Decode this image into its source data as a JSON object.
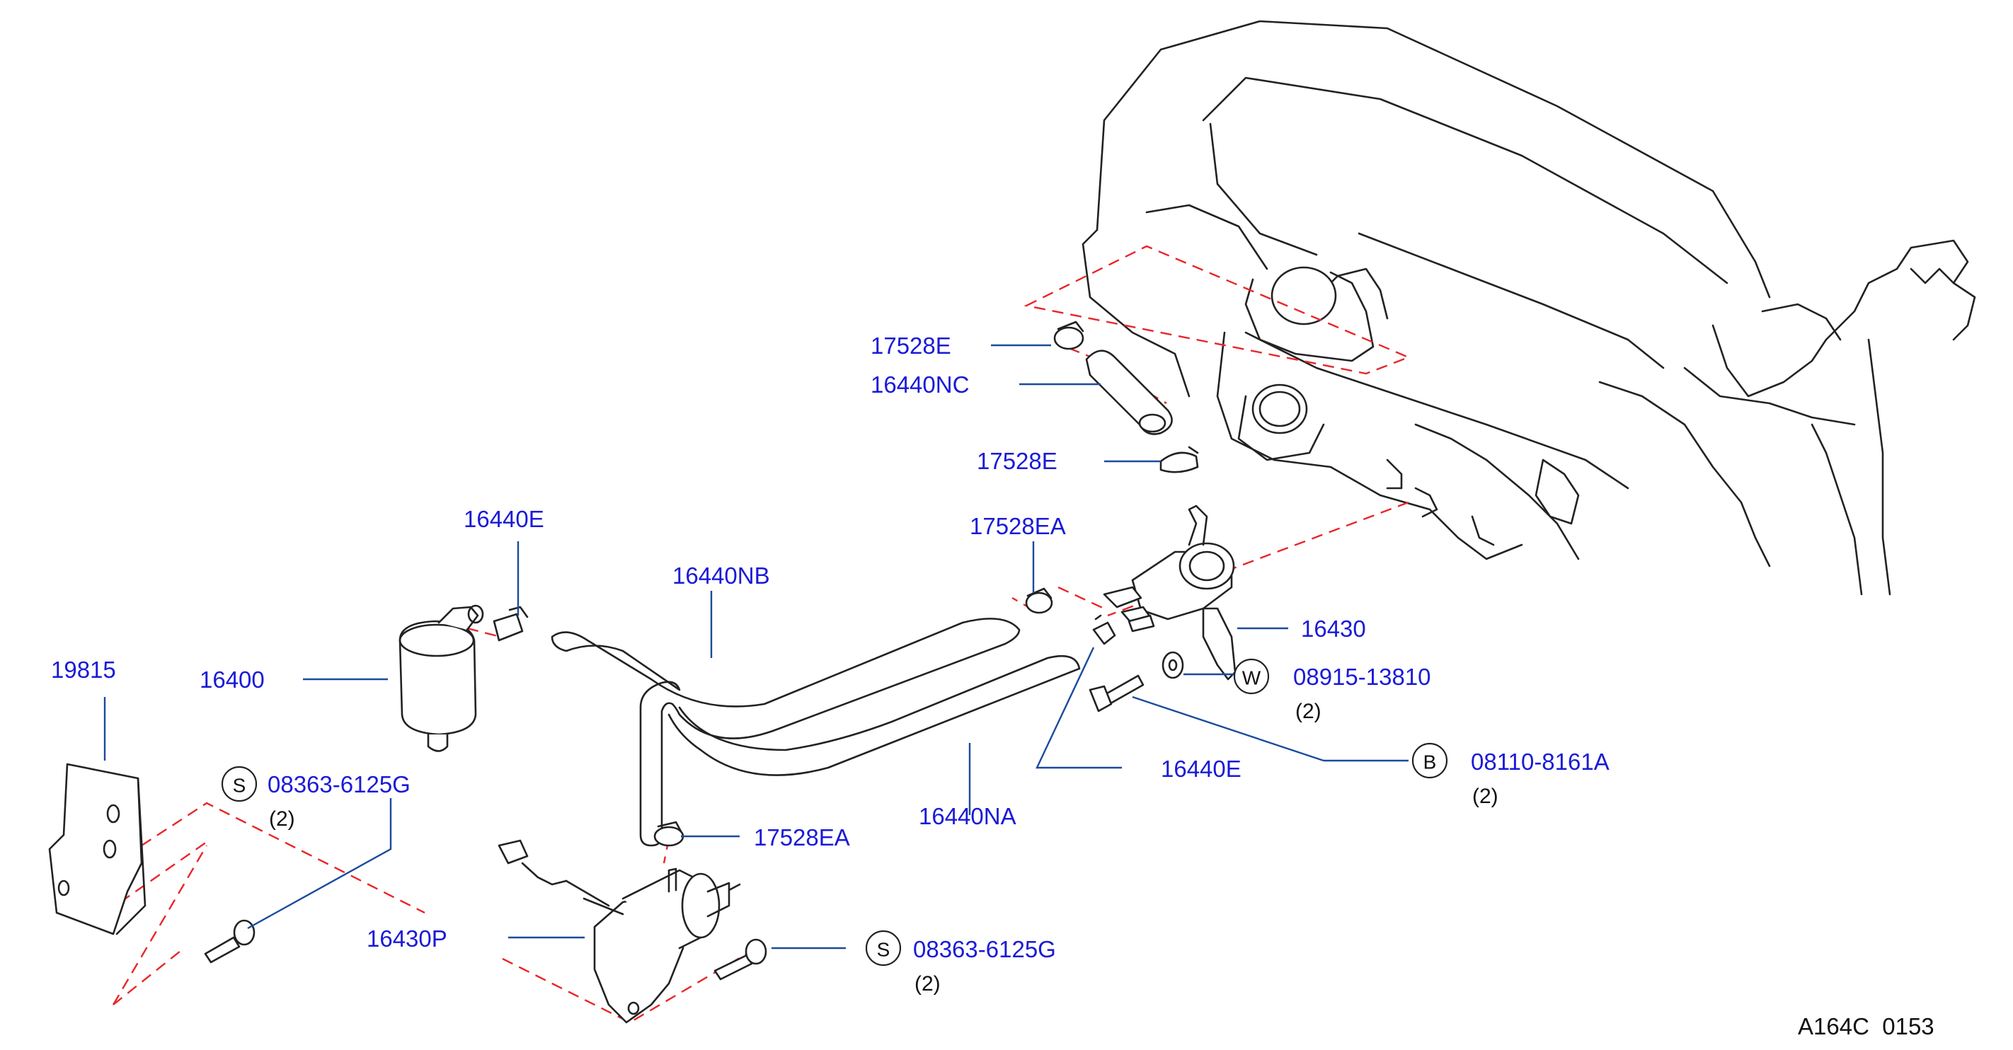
{
  "diagram_code": "A164C  0153",
  "labels": {
    "p17528E_top": "17528E",
    "p16440NC": "16440NC",
    "p17528E_mid": "17528E",
    "p16440E_top": "16440E",
    "p17528EA_top": "17528EA",
    "p16440NB": "16440NB",
    "p16430": "16430",
    "p08915": "08915-13810",
    "p08915_qty": "(2)",
    "p08110": "08110-8161A",
    "p08110_qty": "(2)",
    "p16440E_right": "16440E",
    "p19815": "19815",
    "p16400": "16400",
    "p08363_left": "08363-6125G",
    "p08363_left_qty": "(2)",
    "p17528EA_bottom": "17528EA",
    "p16440NA": "16440NA",
    "p16430P": "16430P",
    "p08363_bottom": "08363-6125G",
    "p08363_bottom_qty": "(2)"
  },
  "badges": {
    "washer": "W",
    "bolt": "B",
    "screw_left": "S",
    "screw_bottom": "S"
  },
  "colors": {
    "part_number_text": "#1a1ad8",
    "leader_line": "#1a4b9c",
    "phantom_line": "#e8262a",
    "outline": "#222222"
  }
}
